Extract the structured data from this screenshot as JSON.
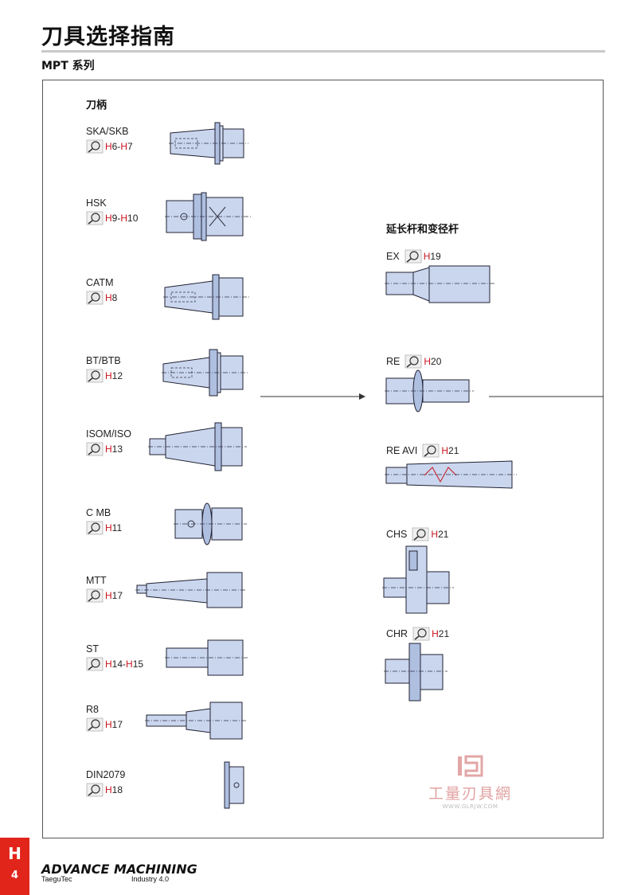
{
  "page": {
    "title": "刀具选择指南",
    "subtitle": "MPT 系列"
  },
  "left_section": {
    "heading": "刀柄",
    "items": [
      {
        "name": "SKA/SKB",
        "ref_a": "H6",
        "sep": "-",
        "ref_b": "H7"
      },
      {
        "name": "HSK",
        "ref_a": "H9",
        "sep": "-",
        "ref_b": "H10"
      },
      {
        "name": "CATM",
        "ref_a": "H8",
        "sep": "",
        "ref_b": ""
      },
      {
        "name": "BT/BTB",
        "ref_a": "H12",
        "sep": "",
        "ref_b": ""
      },
      {
        "name": "ISOM/ISO",
        "ref_a": "H13",
        "sep": "",
        "ref_b": ""
      },
      {
        "name": "C MB",
        "ref_a": "H11",
        "sep": "",
        "ref_b": ""
      },
      {
        "name": "MTT",
        "ref_a": "H17",
        "sep": "",
        "ref_b": ""
      },
      {
        "name": "ST",
        "ref_a": "H14",
        "sep": "-",
        "ref_b": "H15"
      },
      {
        "name": "R8",
        "ref_a": "H17",
        "sep": "",
        "ref_b": ""
      },
      {
        "name": "DIN2079",
        "ref_a": "H18",
        "sep": "",
        "ref_b": ""
      }
    ]
  },
  "right_section": {
    "heading": "延长杆和变径杆",
    "items": [
      {
        "name": "EX",
        "ref_a": "H19"
      },
      {
        "name": "RE",
        "ref_a": "H20"
      },
      {
        "name": "RE AVI",
        "ref_a": "H21"
      },
      {
        "name": "CHS",
        "ref_a": "H21"
      },
      {
        "name": "CHR",
        "ref_a": "H21"
      }
    ]
  },
  "side_tab": {
    "letter": "H",
    "page": "4"
  },
  "brand": {
    "name": "ADVANCE MACHINING",
    "maker": "TaeguTec",
    "tagline": "Industry 4.0"
  },
  "watermark": {
    "text": "工量刃具網",
    "url": "WWW.GLRJW.COM"
  },
  "colors": {
    "ref_letter": "#c8161d",
    "tool_fill": "#c9d6ee",
    "tab": "#e1251b"
  }
}
